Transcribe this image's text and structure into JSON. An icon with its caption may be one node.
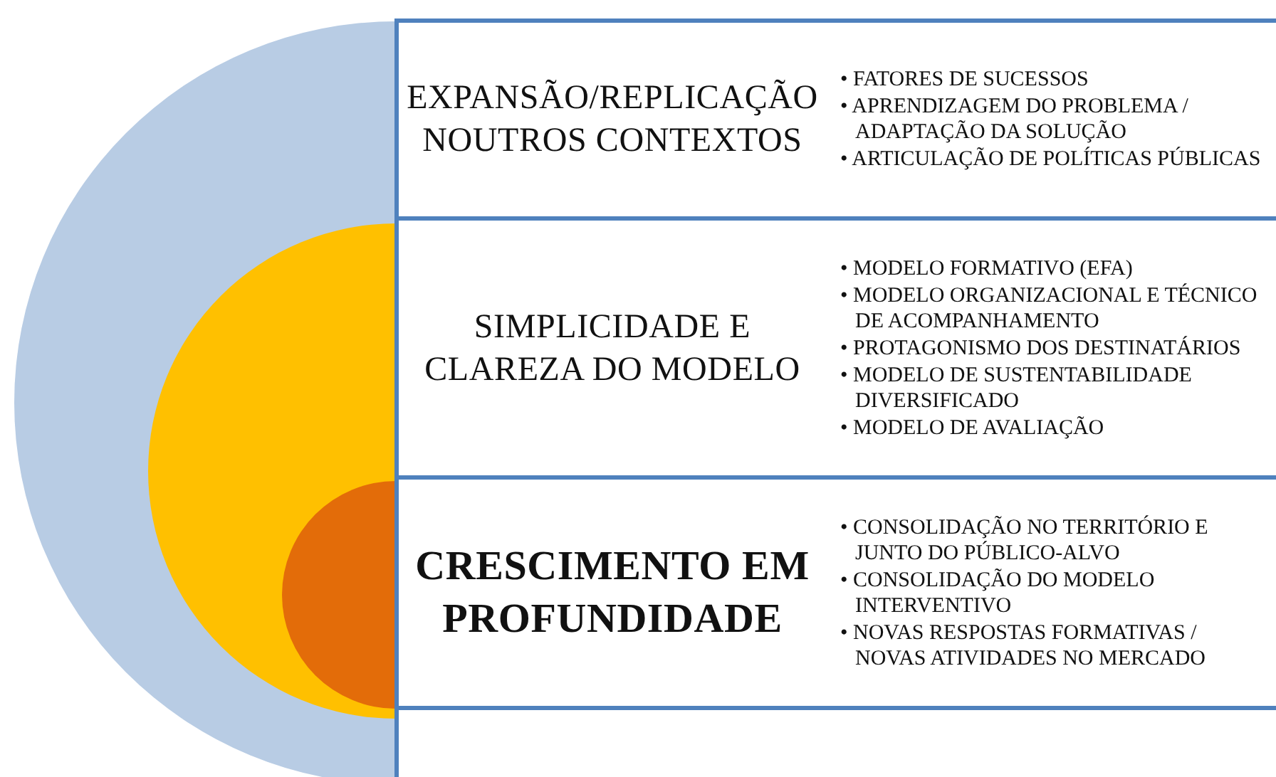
{
  "diagram": {
    "nodes": [
      {
        "text": [
          "EXPANSÃO/REPLICAÇÃO NOUTROS CONTEXTOS",
          "• FATORES DE SUCESSOS",
          "• APRENDIZAGEM DO PROBLEMA / ADAPTAÇÃO DA SOLUÇÃO",
          "• ARTICULAÇÃO DE POLÍTICAS PÚBLICAS"
        ]
      },
      {
        "text": [
          "SIMPLICIDADE E CLAREZA DO MODELO",
          "• MODELO FORMATIVO (EFA)",
          "• MODELO ORGANIZACIONAL E TÉCNICO DE ACOMPANHAMENTO",
          "• PROTAGONISMO DOS DESTINATÁRIOS",
          "• MODELO DE SUSTENTABILIDADE DIVERSIFICADO",
          "• MODELO DE AVALIAÇÃO"
        ]
      },
      {
        "text": [
          "CRESCIMENTO EM PROFUNDIDADE",
          "• CONSOLIDAÇÃO NO TERRITÓRIO E JUNTO DO PÚBLICO-ALVO",
          "• CONSOLIDAÇÃO DO MODELO INTERVENTIVO",
          "• NOVAS RESPOSTAS FORMATIVAS / NOVAS ATIVIDADES NO MERCADO"
        ]
      },
      {
        "text": [],
        "shape": "box"
      }
    ]
  }
}
